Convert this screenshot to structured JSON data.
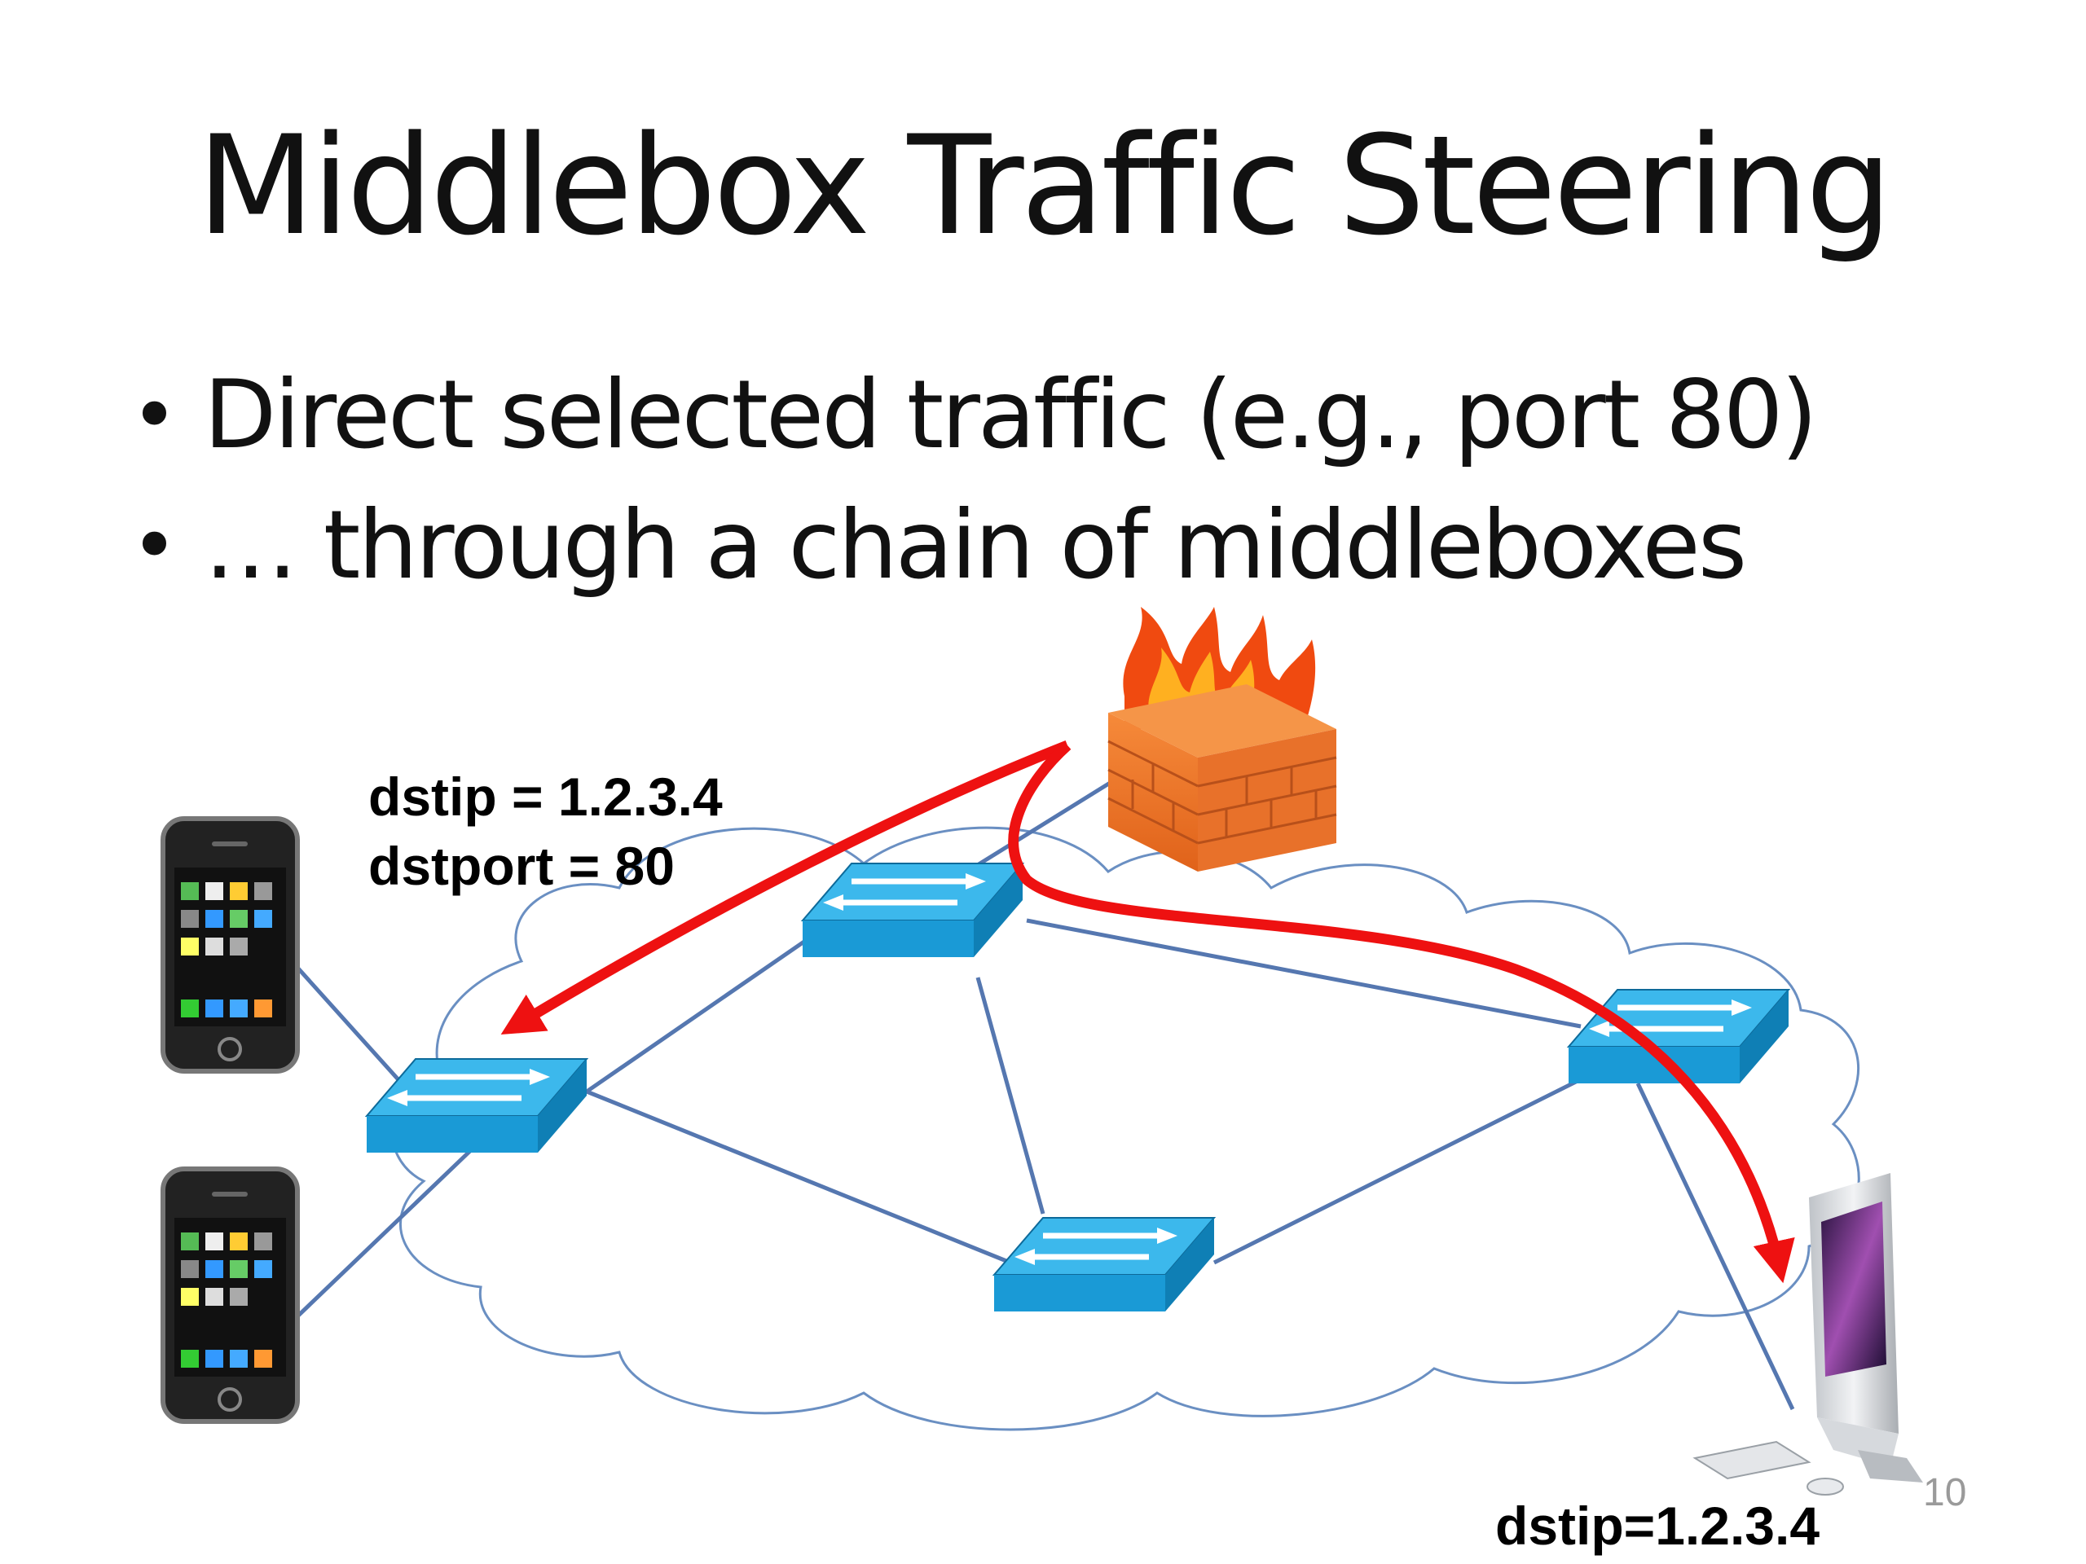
{
  "slide": {
    "title": "Middlebox Traffic Steering",
    "bullets": [
      "Direct selected traffic (e.g., port 80)",
      "… through a chain of middleboxes"
    ],
    "bullet_glyph": "•",
    "labels": {
      "dstip_left": "dstip = 1.2.3.4",
      "dstport_left": "dstport = 80",
      "dstip_right": "dstip=1.2.3.4"
    },
    "page_number": "10"
  },
  "colors": {
    "switch_blue": "#1a9ad6",
    "switch_top": "#3cb8ec",
    "link_blue": "#5577b0",
    "path_red": "#ee1111",
    "cloud_outline": "#6a8fc2",
    "firewall_brick": "#f07a2a"
  },
  "icons": [
    "phone-icon",
    "switch-icon",
    "firewall-icon",
    "desktop-computer-icon",
    "cloud-icon"
  ]
}
